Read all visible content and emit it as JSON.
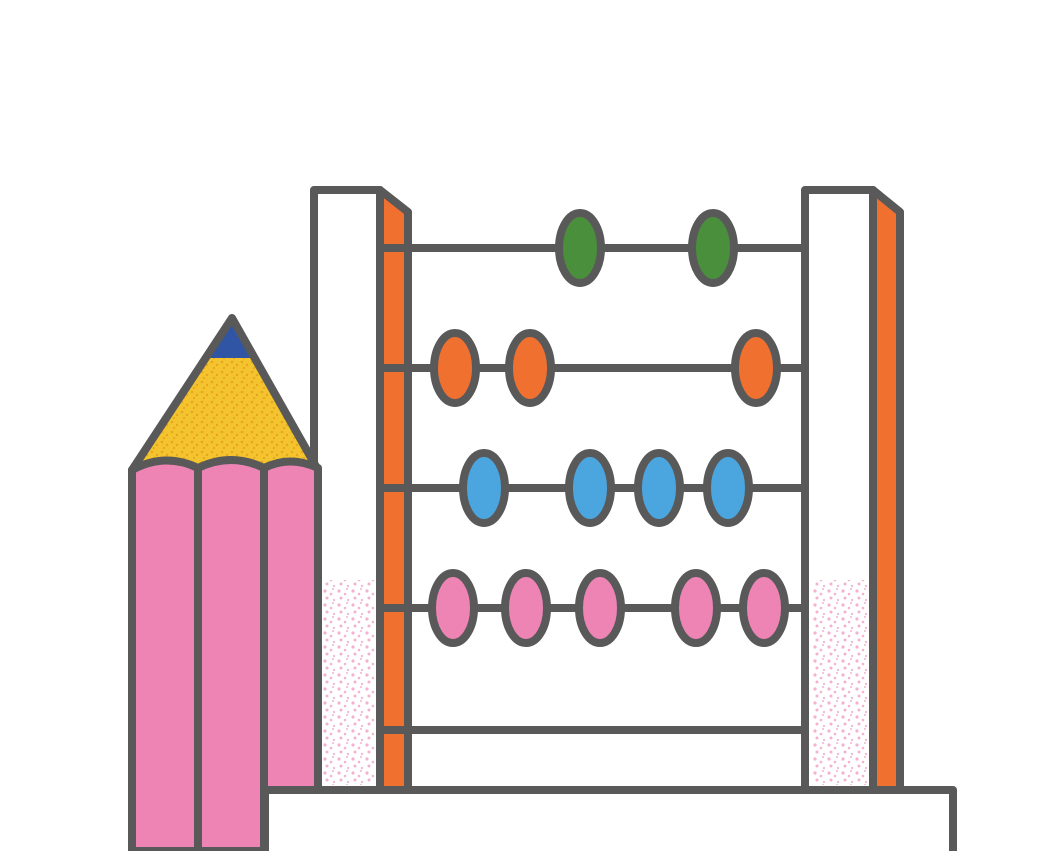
{
  "illustration": {
    "subject": "abacus-with-pencil",
    "colors": {
      "outline": "#595959",
      "background": "#ffffff",
      "frame_fill": "#ffffff",
      "frame_accent": "#F07030",
      "pencil_body": "#EE84B4",
      "pencil_wood": "#F4C42E",
      "pencil_wood_speckle": "#E8A51E",
      "pencil_lead": "#2F55A4",
      "speckle": "#F3B2D2"
    },
    "rows": [
      {
        "name": "row-1",
        "bead_color": "#4A8F3C",
        "bead_count": 2
      },
      {
        "name": "row-2",
        "bead_color": "#F07030",
        "bead_count": 3
      },
      {
        "name": "row-3",
        "bead_color": "#4BA6DF",
        "bead_count": 4
      },
      {
        "name": "row-4",
        "bead_color": "#EE84B4",
        "bead_count": 5
      }
    ]
  }
}
